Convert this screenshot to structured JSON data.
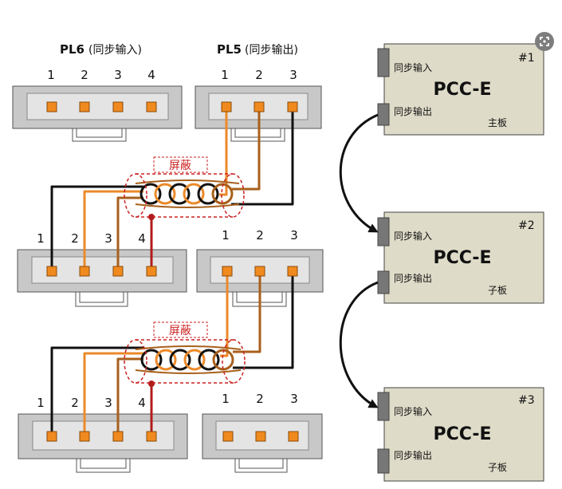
{
  "connector_headers": [
    {
      "name": "PL6",
      "sub": "(同步输入)"
    },
    {
      "name": "PL5",
      "sub": "(同步输出)"
    }
  ],
  "pin_numbers": {
    "four": [
      "1",
      "2",
      "3",
      "4"
    ],
    "three": [
      "1",
      "2",
      "3"
    ]
  },
  "shield_label": "屏蔽",
  "modules": [
    {
      "number": "#1",
      "title": "PCC-E",
      "role": "主板",
      "sync_in": "同步输入",
      "sync_out": "同步输出"
    },
    {
      "number": "#2",
      "title": "PCC-E",
      "role": "子板",
      "sync_in": "同步输入",
      "sync_out": "同步输出"
    },
    {
      "number": "#3",
      "title": "PCC-E",
      "role": "子板",
      "sync_in": "同步输入",
      "sync_out": "同步输出"
    }
  ],
  "colors": {
    "connector_fill": "#c8c8c8",
    "connector_inner": "#e4e4e4",
    "pin_fill": "#f08a1e",
    "wire_black": "#111111",
    "wire_orange": "#ec8a2a",
    "wire_brown": "#a8601c",
    "wire_red": "#b01b1b",
    "shield_dash": "#cc2020",
    "module_fill": "#dedbc8",
    "module_port": "#777777"
  },
  "icons": {
    "corner": "expand-icon"
  }
}
